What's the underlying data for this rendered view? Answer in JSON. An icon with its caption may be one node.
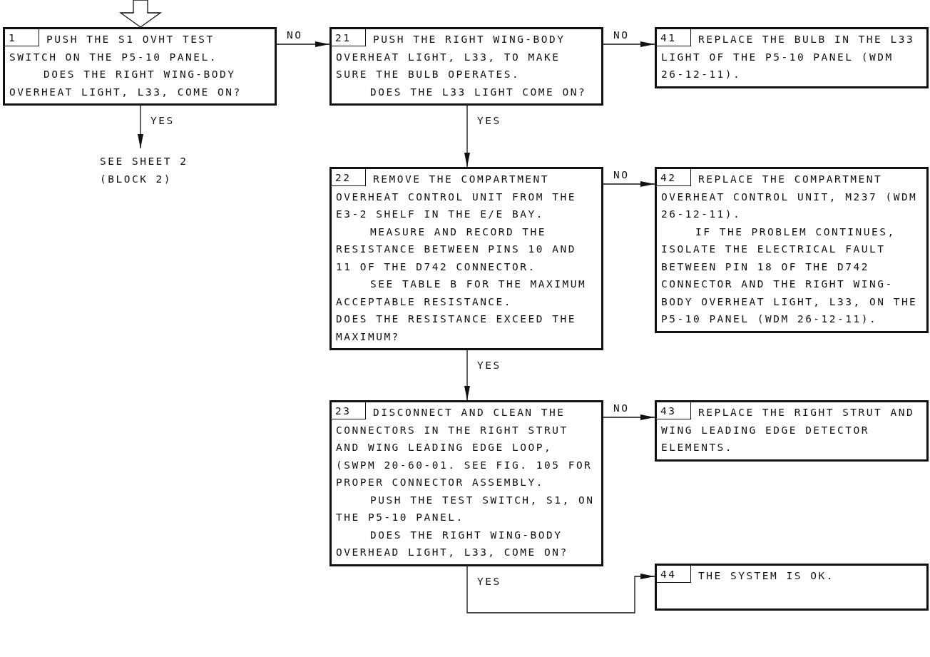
{
  "diagram": {
    "nodes": [
      {
        "text": [
          "1",
          "PUSH THE S1 OVHT TEST SWITCH ON THE P5-10 PANEL.",
          "DOES THE RIGHT WING-BODY OVERHEAT LIGHT, L33, COME ON?"
        ]
      },
      {
        "text": [
          "21",
          "PUSH THE RIGHT WING-BODY OVERHEAT LIGHT, L33, TO MAKE SURE THE BULB OPERATES.",
          "DOES THE L33 LIGHT COME ON?"
        ]
      },
      {
        "text": [
          "41",
          "REPLACE THE BULB IN THE L33 LIGHT OF THE P5-10 PANEL (WDM 26-12-11)."
        ]
      },
      {
        "text": [
          "SEE SHEET 2 (BLOCK 2)"
        ]
      },
      {
        "text": [
          "22",
          "REMOVE THE COMPARTMENT OVERHEAT CONTROL UNIT FROM THE E3-2 SHELF IN THE E/E BAY.",
          "MEASURE AND RECORD THE RESISTANCE BETWEEN PINS 10 AND 11 OF THE D742 CONNECTOR.",
          "SEE TABLE B FOR THE MAXIMUM ACCEPTABLE RESISTANCE.",
          "DOES THE RESISTANCE EXCEED THE MAXIMUM?"
        ]
      },
      {
        "text": [
          "42",
          "REPLACE THE COMPARTMENT OVERHEAT CONTROL UNIT, M237 (WDM 26-12-11).",
          "IF THE PROBLEM CONTINUES, ISOLATE THE ELECTRICAL FAULT BETWEEN PIN 18 OF THE D742 CONNECTOR AND THE RIGHT WING-BODY OVERHEAT LIGHT, L33, ON THE P5-10 PANEL (WDM 26-12-11)."
        ]
      },
      {
        "text": [
          "23",
          "DISCONNECT AND CLEAN THE CONNECTORS IN THE RIGHT STRUT AND WING LEADING EDGE LOOP, (SWPM 20-60-01. SEE FIG. 105 FOR PROPER CONNECTOR ASSEMBLY.",
          "PUSH THE TEST SWITCH, S1, ON THE P5-10 PANEL.",
          "DOES THE RIGHT WING-BODY OVERHEAD LIGHT, L33, COME ON?"
        ]
      },
      {
        "text": [
          "43",
          "REPLACE THE RIGHT STRUT AND WING LEADING EDGE DETECTOR ELEMENTS."
        ]
      },
      {
        "text": [
          "44",
          "THE SYSTEM IS OK."
        ]
      }
    ],
    "edges": [
      {
        "from": null,
        "to": 0,
        "arrow": "to"
      },
      {
        "from": 0,
        "to": 1,
        "arrow": "to",
        "label": "NO"
      },
      {
        "from": 0,
        "to": 3,
        "arrow": "to",
        "label": "YES"
      },
      {
        "from": 1,
        "to": 2,
        "arrow": "to",
        "label": "NO"
      },
      {
        "from": 1,
        "to": 4,
        "arrow": "to",
        "label": "YES"
      },
      {
        "from": 4,
        "to": 5,
        "arrow": "to",
        "label": "NO"
      },
      {
        "from": 4,
        "to": 6,
        "arrow": "to",
        "label": "YES"
      },
      {
        "from": 6,
        "to": 7,
        "arrow": "to",
        "label": "NO"
      },
      {
        "from": 6,
        "to": 8,
        "arrow": "to",
        "label": "YES"
      }
    ]
  }
}
